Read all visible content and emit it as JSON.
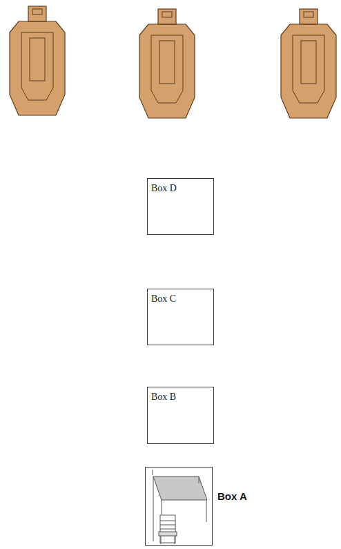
{
  "diagram": {
    "nodes": [
      {
        "text": [
          "Box D"
        ]
      },
      {
        "text": [
          "Box C"
        ]
      },
      {
        "text": [
          "Box B"
        ]
      },
      {
        "text": [
          "Box A"
        ]
      }
    ],
    "edges": []
  }
}
